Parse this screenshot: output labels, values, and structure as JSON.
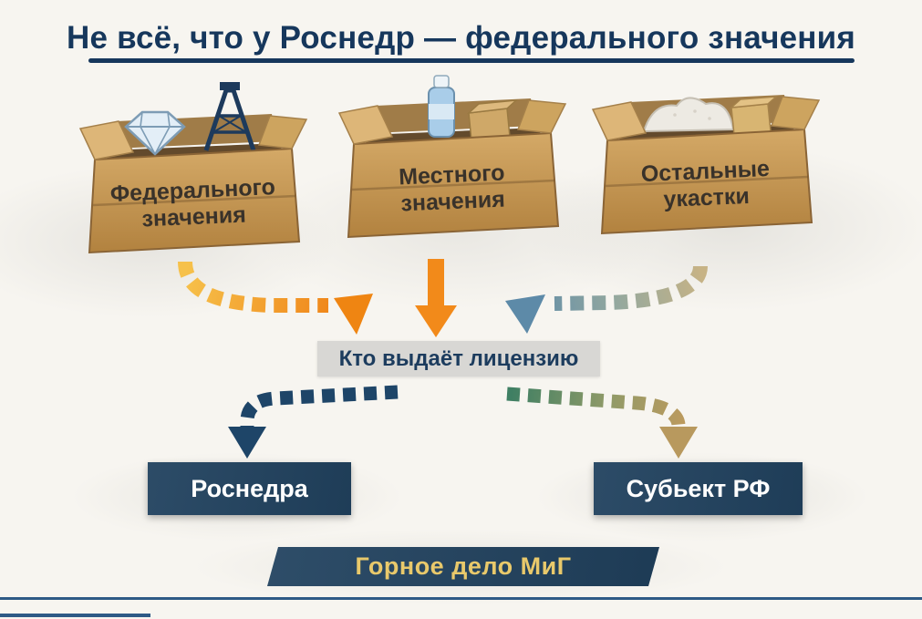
{
  "title": "Не всё, что у Роснедр — федерального значения",
  "boxes": [
    {
      "line1": "Федерального",
      "line2": "значения",
      "icons": [
        "diamond-icon",
        "oil-derrick-icon"
      ]
    },
    {
      "line1": "Местного",
      "line2": "значения",
      "icons": [
        "water-bottle-icon",
        "cube-icon"
      ]
    },
    {
      "line1": "Остальные",
      "line2": "укастки",
      "icons": [
        "powder-pile-icon",
        "cube-icon"
      ]
    }
  ],
  "center_label": "Кто выдаёт лицензию",
  "issuers": {
    "left": "Роснедра",
    "right": "Субьект РФ"
  },
  "footer_banner": "Горное дело МиГ",
  "colors": {
    "navy": "#16375c",
    "panel_navy": "#21425f",
    "orange": "#f28a1a",
    "orange_light": "#f6c14b",
    "steel_blue": "#5d8aa8",
    "tan": "#b8995e",
    "green": "#3f7f63",
    "gold": "#e9c96b",
    "label_gray": "#d8d7d4",
    "cardboard": "#c99e5c"
  }
}
